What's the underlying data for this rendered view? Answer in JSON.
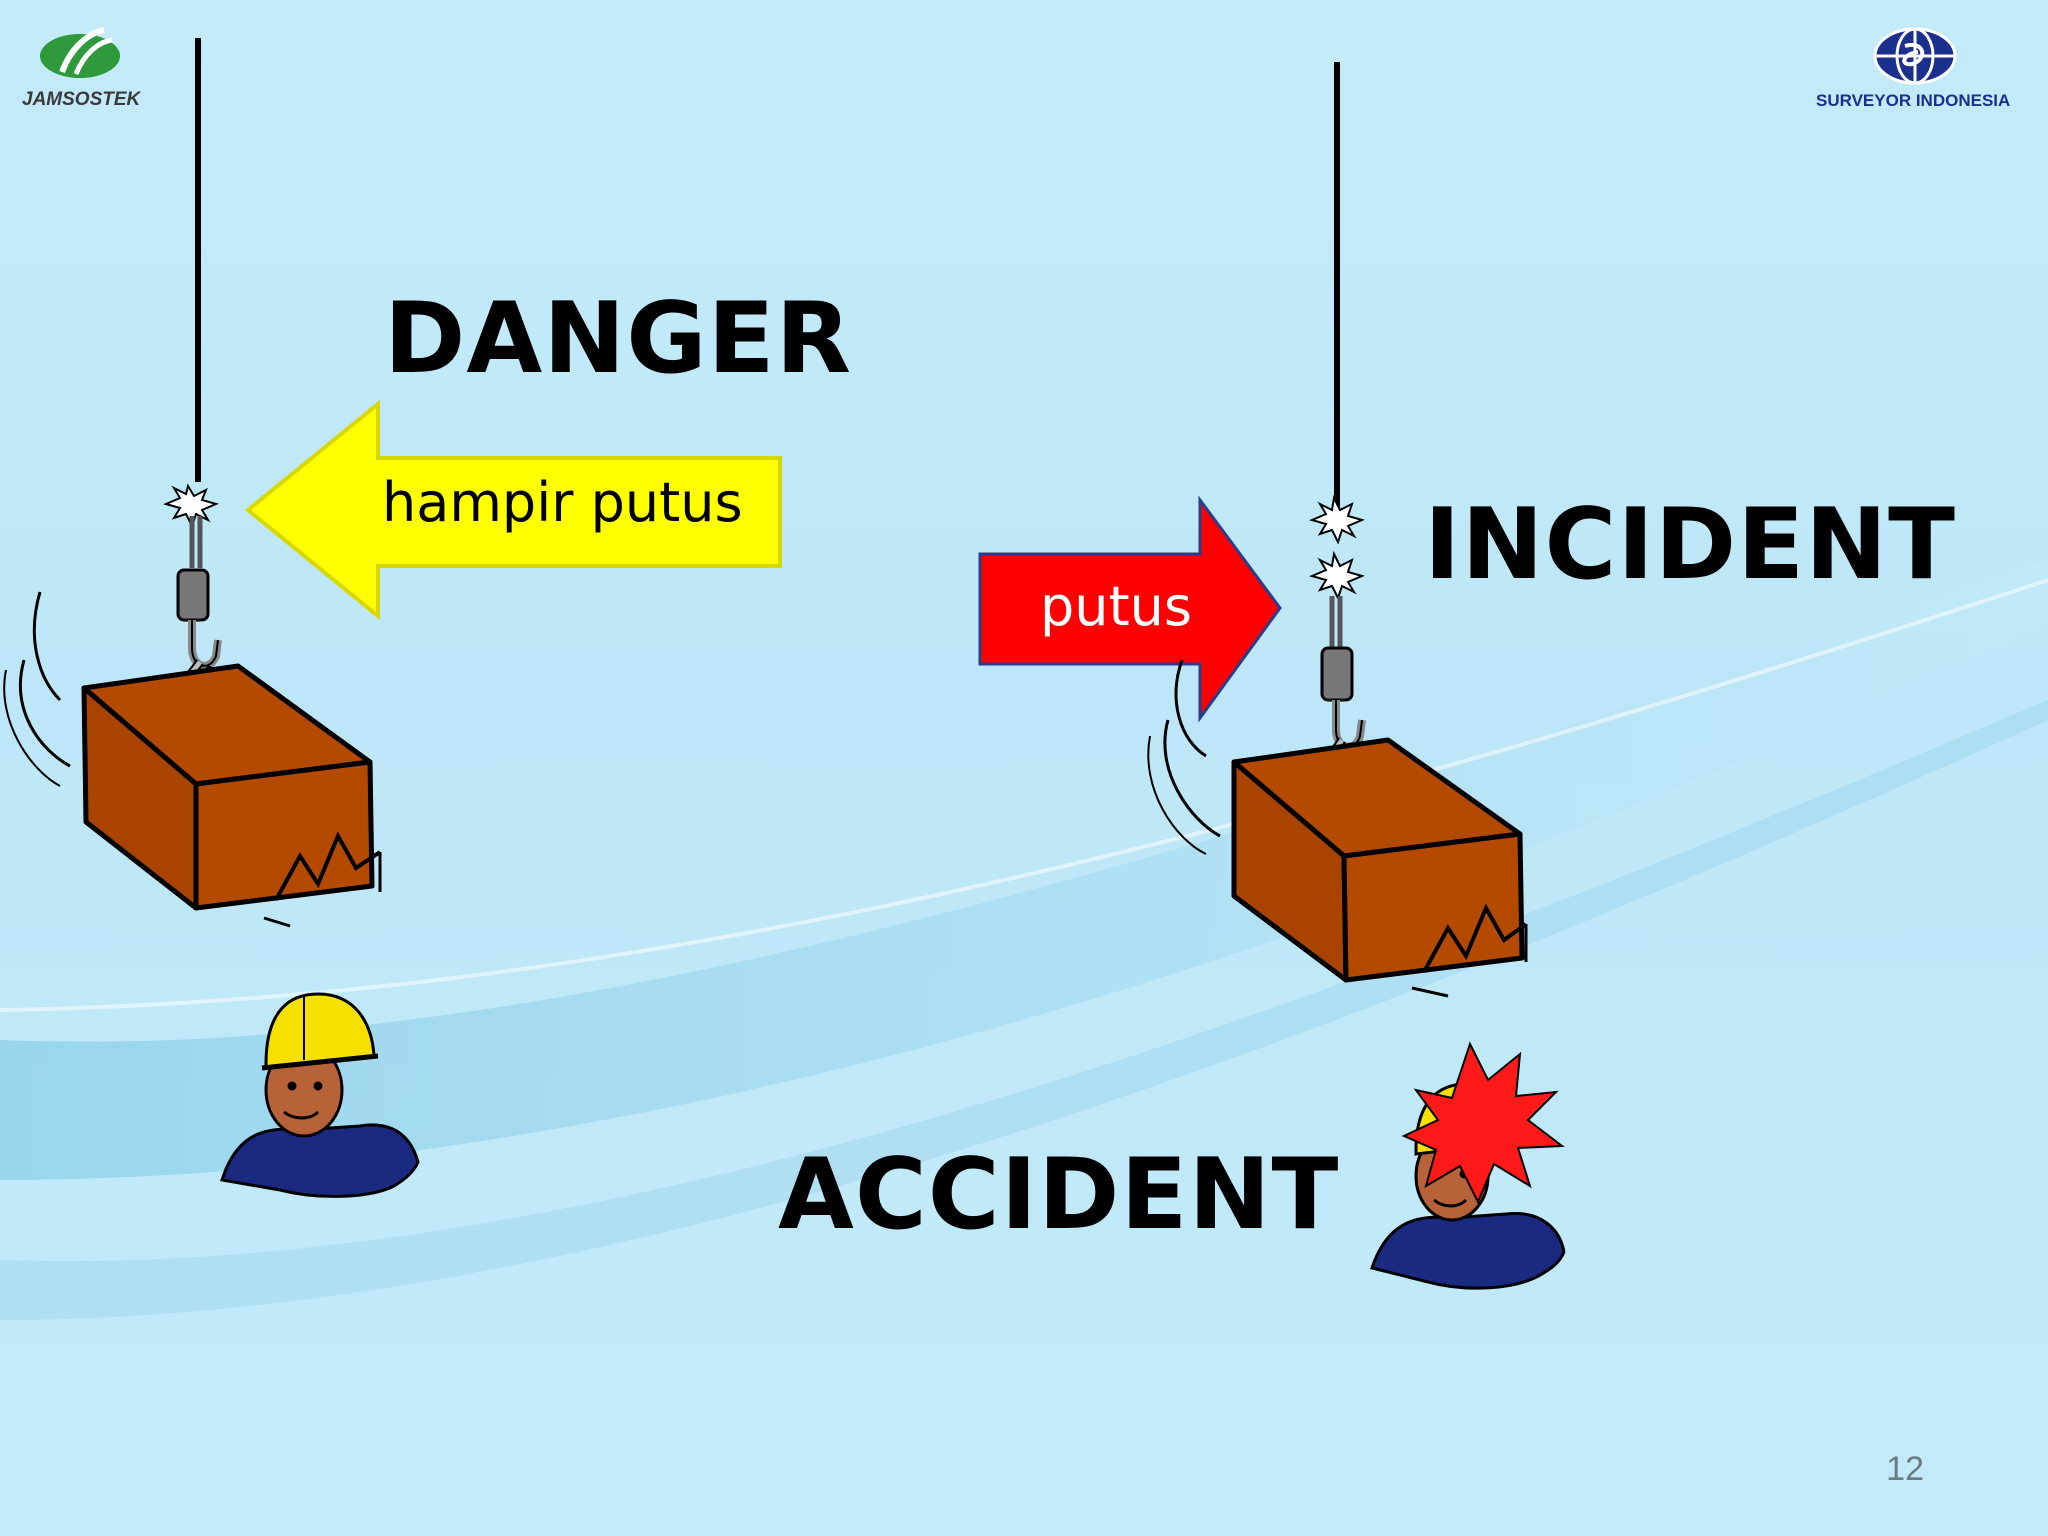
{
  "logos": {
    "left_name": "JAMSOSTEK",
    "right_name": "SURVEYOR INDONESIA"
  },
  "labels": {
    "danger": "DANGER",
    "incident": "INCIDENT",
    "accident": "ACCIDENT"
  },
  "arrows": {
    "yellow_text": "hampir putus",
    "red_text": "putus"
  },
  "colors": {
    "box": "#b34a00",
    "yellow_arrow": "#ffff00",
    "red_arrow": "#ff0000",
    "helmet": "#f5e000",
    "shirt": "#1a2a80",
    "skin": "#b8623a",
    "impact": "#ff1a1a"
  },
  "page_number": "12"
}
